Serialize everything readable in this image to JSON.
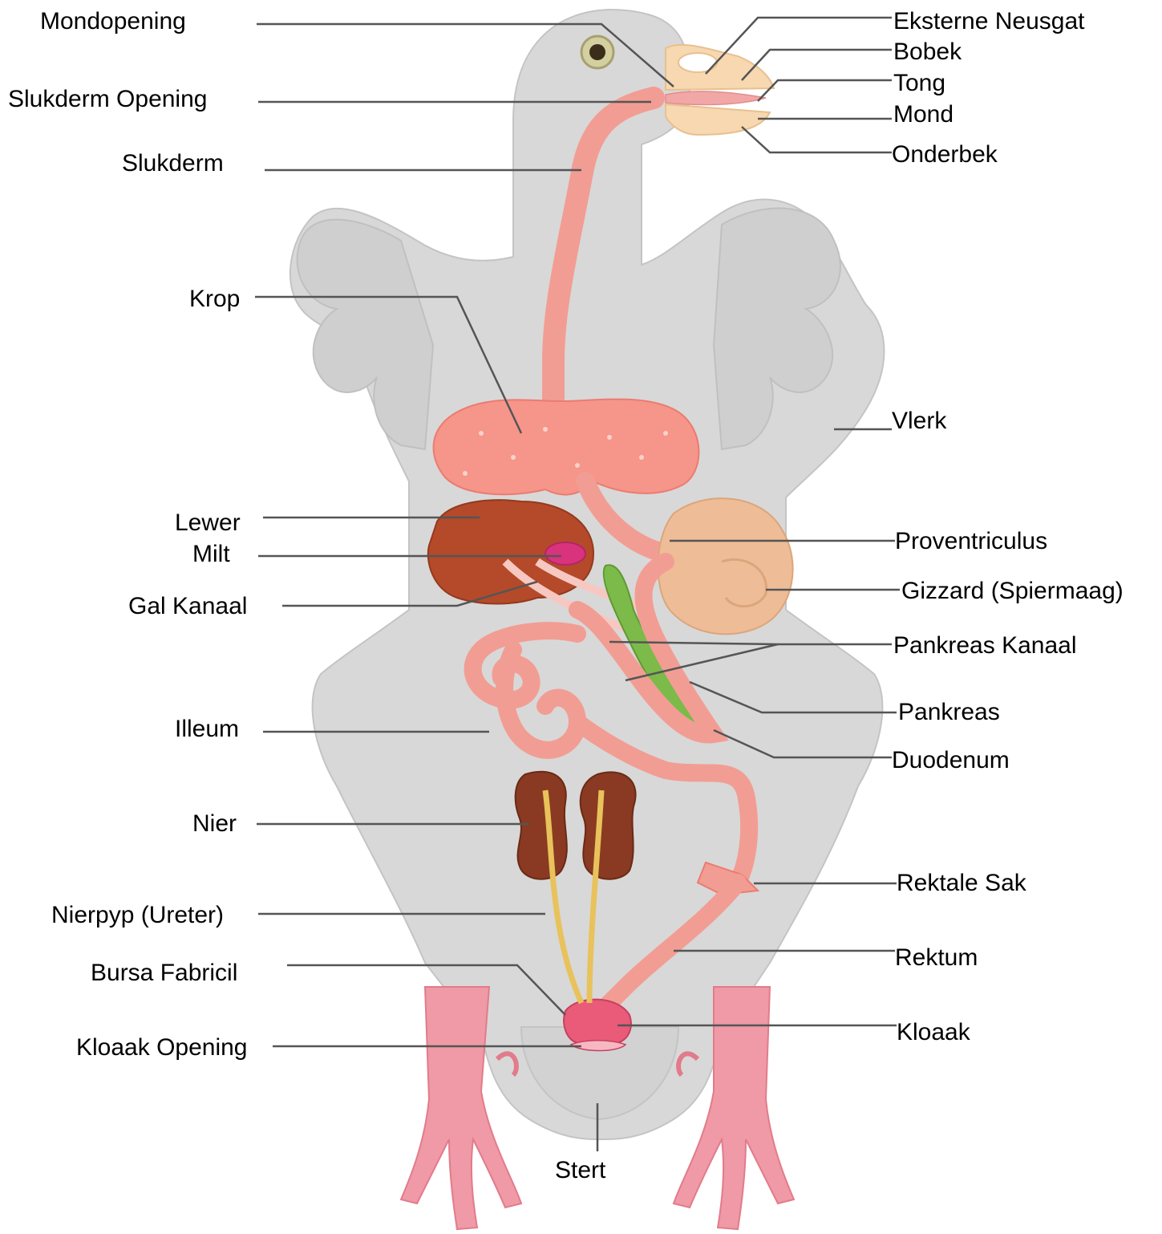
{
  "colors": {
    "body": "#d8d8d8",
    "body_outline": "#c4c4c4",
    "gut": "#f29d93",
    "crop": "#f6958a",
    "gut_inner": "#fbc3bb",
    "beak": "#f7d8b0",
    "liver": "#b44a2a",
    "spleen": "#d9337d",
    "gizzard": "#eebc96",
    "pancreas": "#7cba4a",
    "kidney": "#8a3a22",
    "ureter": "#e8c25b",
    "feet": "#ef9aa6",
    "cloaca": "#e95b78",
    "eye": "#3a2e1a",
    "leader": "#555555"
  },
  "labels": {
    "mondopening": "Mondopening",
    "slukderm_opening": "Slukderm Opening",
    "slukderm": "Slukderm",
    "krop": "Krop",
    "lewer": "Lewer",
    "milt": "Milt",
    "gal_kanaal": "Gal Kanaal",
    "illeum": "Illeum",
    "nier": "Nier",
    "nierpyp": "Nierpyp (Ureter)",
    "bursa": "Bursa Fabricil",
    "kloaak_opening": "Kloaak Opening",
    "stert": "Stert",
    "eksterne_neusgat": "Eksterne Neusgat",
    "bobek": "Bobek",
    "tong": "Tong",
    "mond": "Mond",
    "onderbek": "Onderbek",
    "vlerk": "Vlerk",
    "proventriculus": "Proventriculus",
    "gizzard": "Gizzard (Spiermaag)",
    "pankreas_kanaal": "Pankreas Kanaal",
    "pankreas": "Pankreas",
    "duodenum": "Duodenum",
    "rektale_sak": "Rektale Sak",
    "rektum": "Rektum",
    "kloaak": "Kloaak"
  }
}
